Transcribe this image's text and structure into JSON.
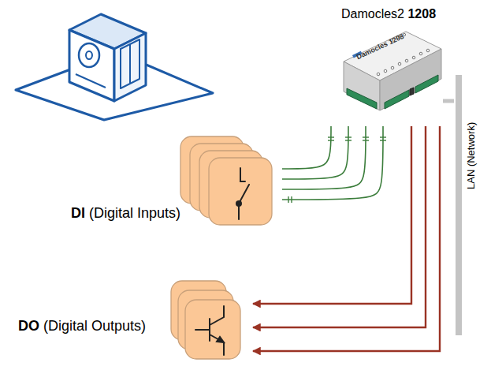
{
  "diagram": {
    "nodes": [
      {
        "text": [
          "Damocles2 1208"
        ]
      },
      {
        "text": [
          "LAN (Network)"
        ]
      },
      {
        "text": [
          "DI (Digital Inputs)"
        ]
      },
      {
        "text": [
          "DO (Digital Outputs)"
        ]
      }
    ],
    "edges": [
      {
        "from": 0,
        "to": 2,
        "arrow": "none"
      },
      {
        "from": 0,
        "to": 2,
        "arrow": "none"
      },
      {
        "from": 0,
        "to": 2,
        "arrow": "none"
      },
      {
        "from": 0,
        "to": 2,
        "arrow": "none"
      },
      {
        "from": 0,
        "to": 3,
        "arrow": "to"
      },
      {
        "from": 0,
        "to": 3,
        "arrow": "to"
      },
      {
        "from": 0,
        "to": 3,
        "arrow": "to"
      },
      {
        "from": 0,
        "to": 1,
        "arrow": "none"
      }
    ],
    "labels": [
      "Damocles 1208"
    ]
  }
}
